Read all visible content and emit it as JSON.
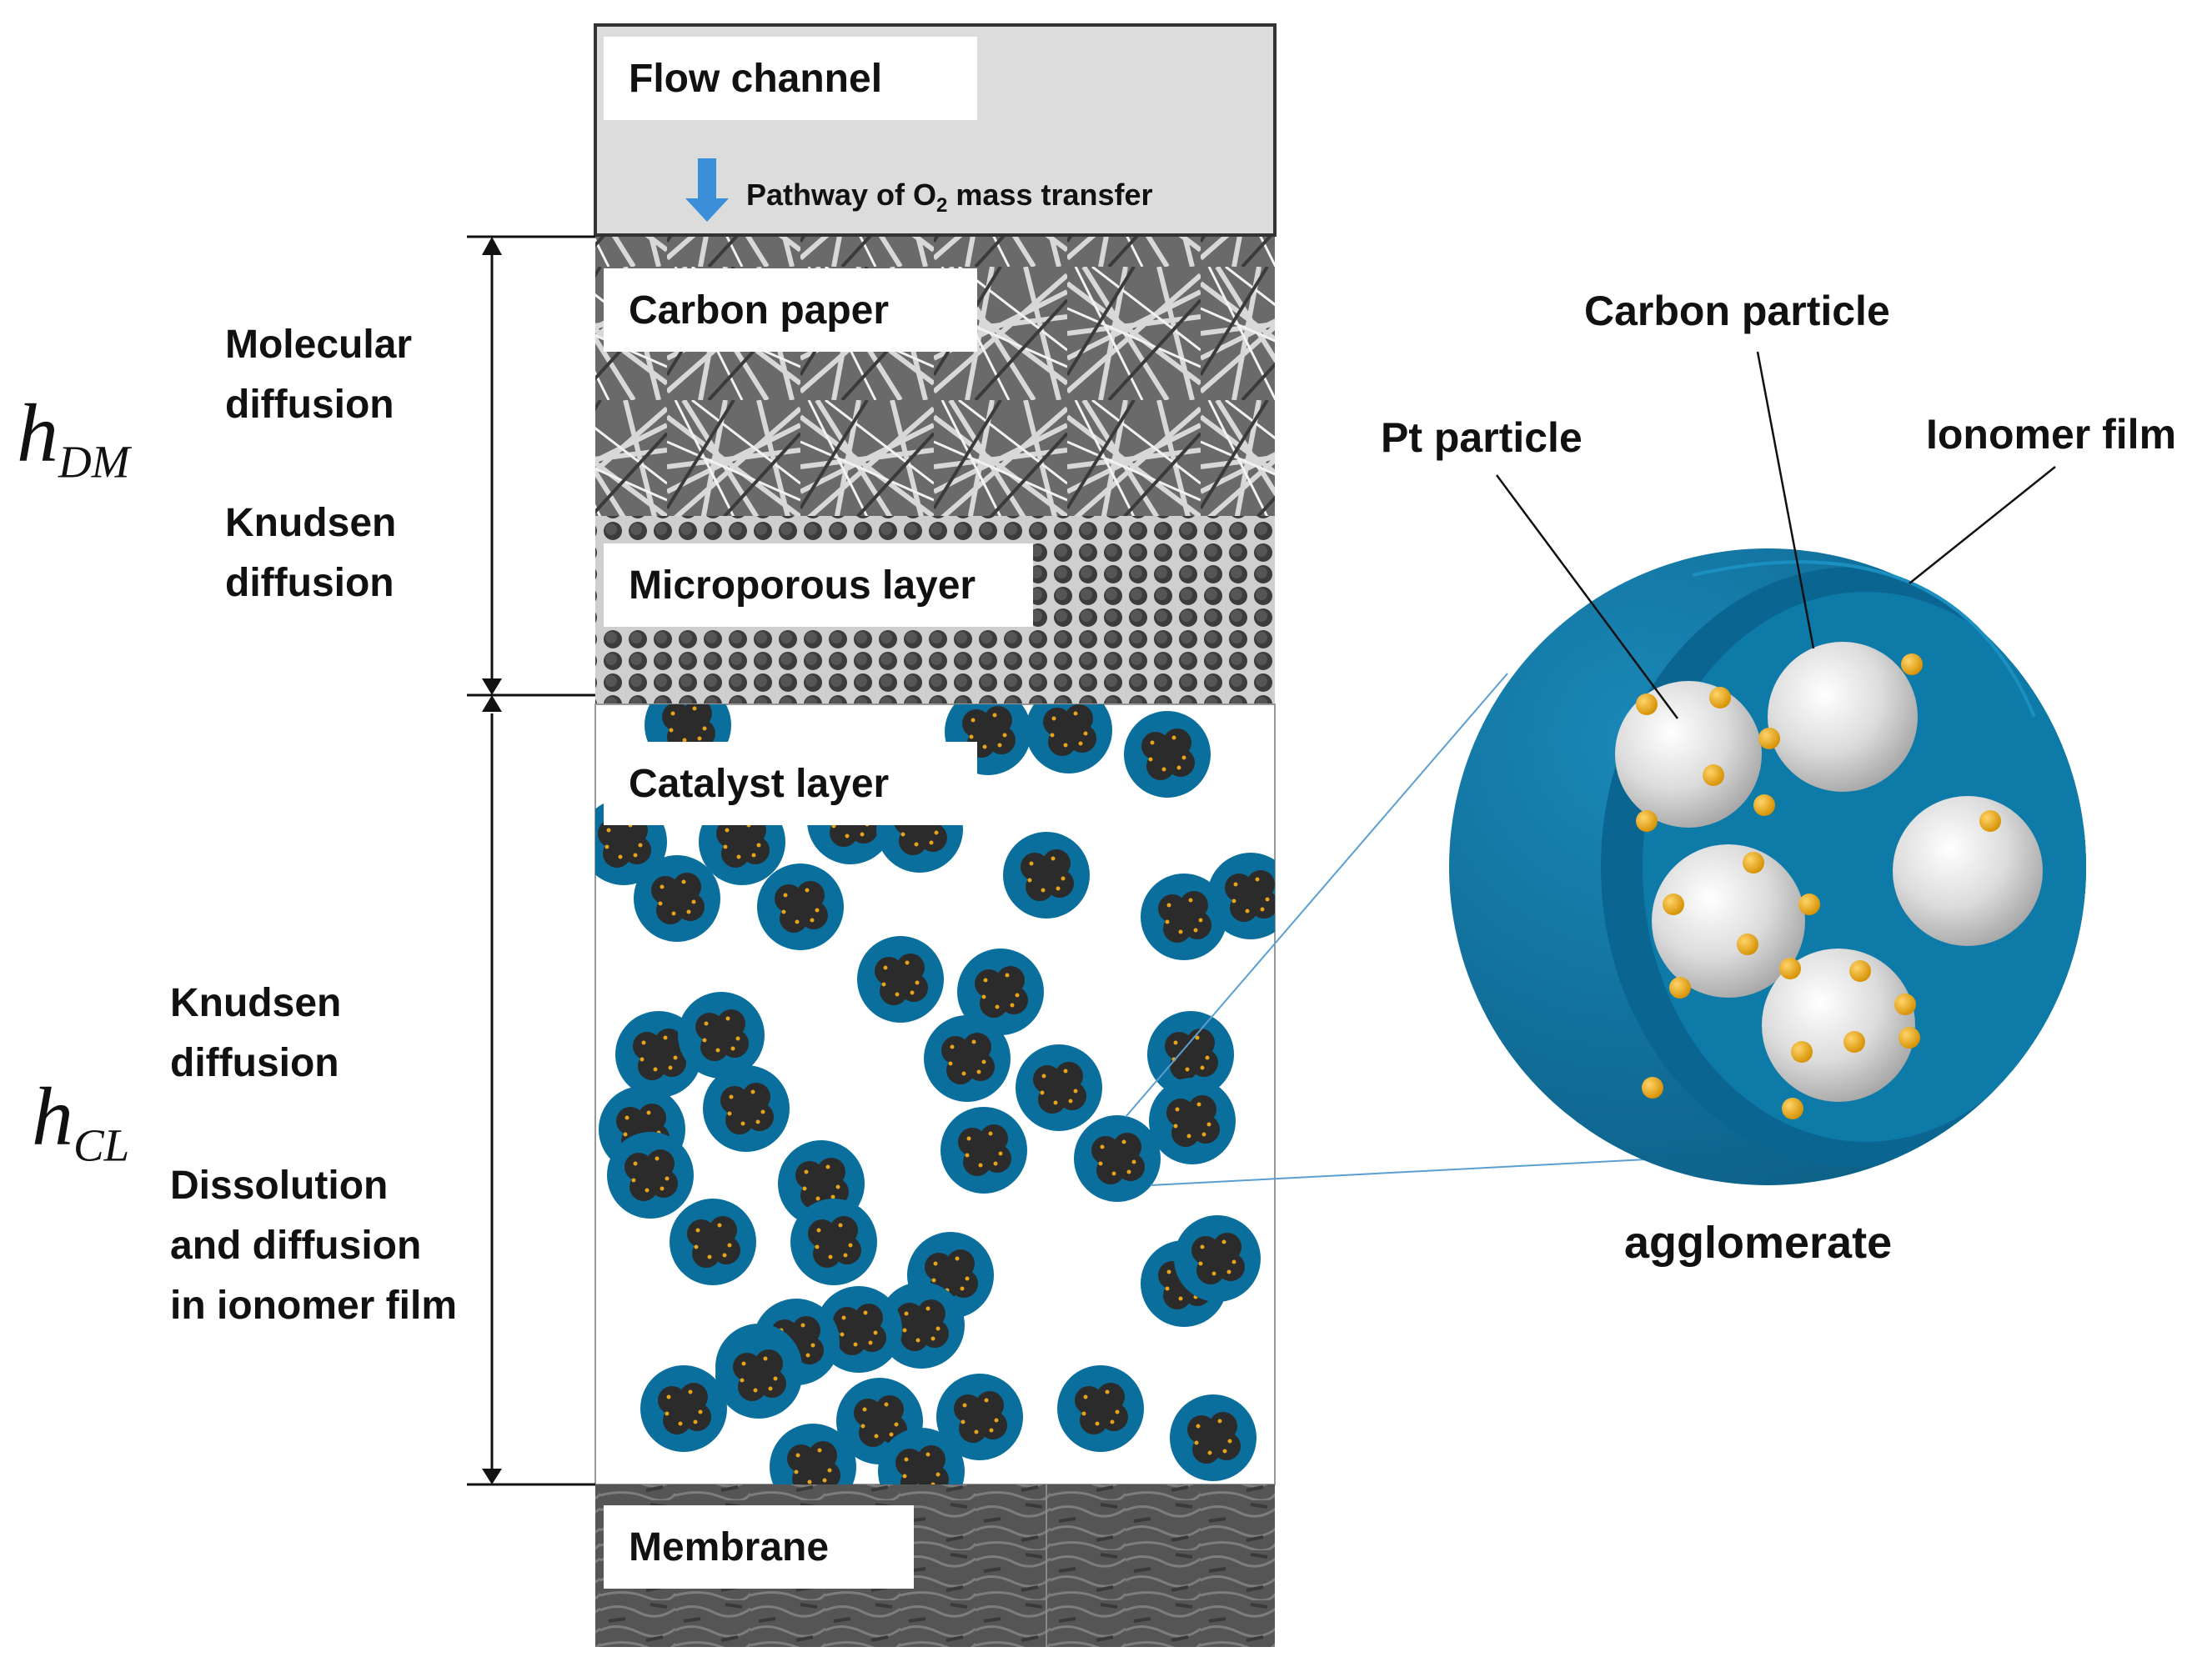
{
  "layers": {
    "flow_channel": "Flow channel",
    "pathway_prefix": "Pathway of O",
    "pathway_subscript": "2",
    "pathway_suffix": " mass transfer",
    "carbon_paper": "Carbon paper",
    "microporous_layer": "Microporous layer",
    "catalyst_layer": "Catalyst layer",
    "membrane": "Membrane"
  },
  "heights": {
    "dm_base": "h",
    "dm_sub": "DM",
    "cl_base": "h",
    "cl_sub": "CL"
  },
  "mechanisms": {
    "dm_1_line1": "Molecular",
    "dm_1_line2": "diffusion",
    "dm_2_line1": "Knudsen",
    "dm_2_line2": "diffusion",
    "cl_1_line1": "Knudsen",
    "cl_1_line2": "diffusion",
    "cl_2_line1": "Dissolution",
    "cl_2_line2": "and diffusion",
    "cl_2_line3": "in ionomer film"
  },
  "agglomerate": {
    "carbon_particle": "Carbon particle",
    "pt_particle": "Pt particle",
    "ionomer_film": "Ionomer film",
    "caption": "agglomerate"
  },
  "colors": {
    "ionomer": "#0b6f9e",
    "ionomer_dark": "#085a80",
    "carbon_dark": "#2b2b2b",
    "pt_gold": "#e8a317",
    "arrow_blue": "#3a8fd8",
    "flow_bg": "#dcdcdc"
  }
}
